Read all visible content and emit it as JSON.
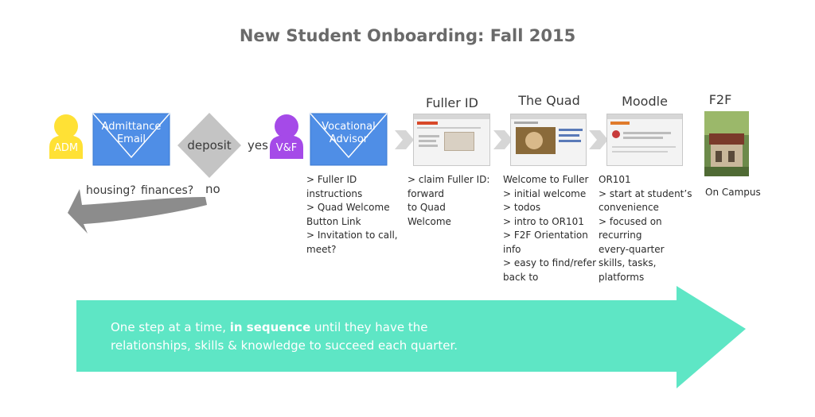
{
  "title": "New Student Onboarding: Fall 2015",
  "colors": {
    "yellow_person": "#ffe135",
    "purple_person": "#a54ae8",
    "envelope": "#4f8ee6",
    "diamond": "#c4c4c4",
    "chevron": "#d6d6d6",
    "loop_arrow": "#8c8c8c",
    "banner": "#5ee6c5"
  },
  "actors": {
    "adm": "ADM",
    "vf": "V&F"
  },
  "envelopes": {
    "admittance": "Admittance Email",
    "advisor": "Vocational Advisor"
  },
  "decision": {
    "label": "deposit",
    "yes": "yes",
    "no": "no",
    "concerns": [
      "housing?",
      "finances?"
    ]
  },
  "steps": {
    "fuller_id": "Fuller ID",
    "quad": "The Quad",
    "moodle": "Moodle",
    "f2f": "F2F"
  },
  "advisor_notes": [
    "> Fuller ID",
    "   instructions",
    "> Quad Welcome",
    "   Button Link",
    "> Invitation to call,",
    "   meet?"
  ],
  "fuller_notes": [
    "> claim Fuller ID:",
    "   forward",
    "   to Quad",
    "   Welcome"
  ],
  "quad_notes": [
    "   Welcome to Fuller",
    "> initial welcome",
    "> todos",
    "> intro to OR101",
    "> F2F Orientation",
    "   info",
    "> easy to find/refer",
    "   back to"
  ],
  "moodle_notes": [
    "   OR101",
    "> start at student’s",
    "   convenience",
    "> focused on",
    "   recurring",
    "   every-quarter",
    "   skills, tasks,",
    "   platforms"
  ],
  "f2f_note": "On Campus",
  "banner": {
    "line1_pre": "One step at a time, ",
    "line1_bold": "in sequence",
    "line1_post": " until they have the",
    "line2": "relationships,  skills & knowledge to succeed each quarter."
  }
}
